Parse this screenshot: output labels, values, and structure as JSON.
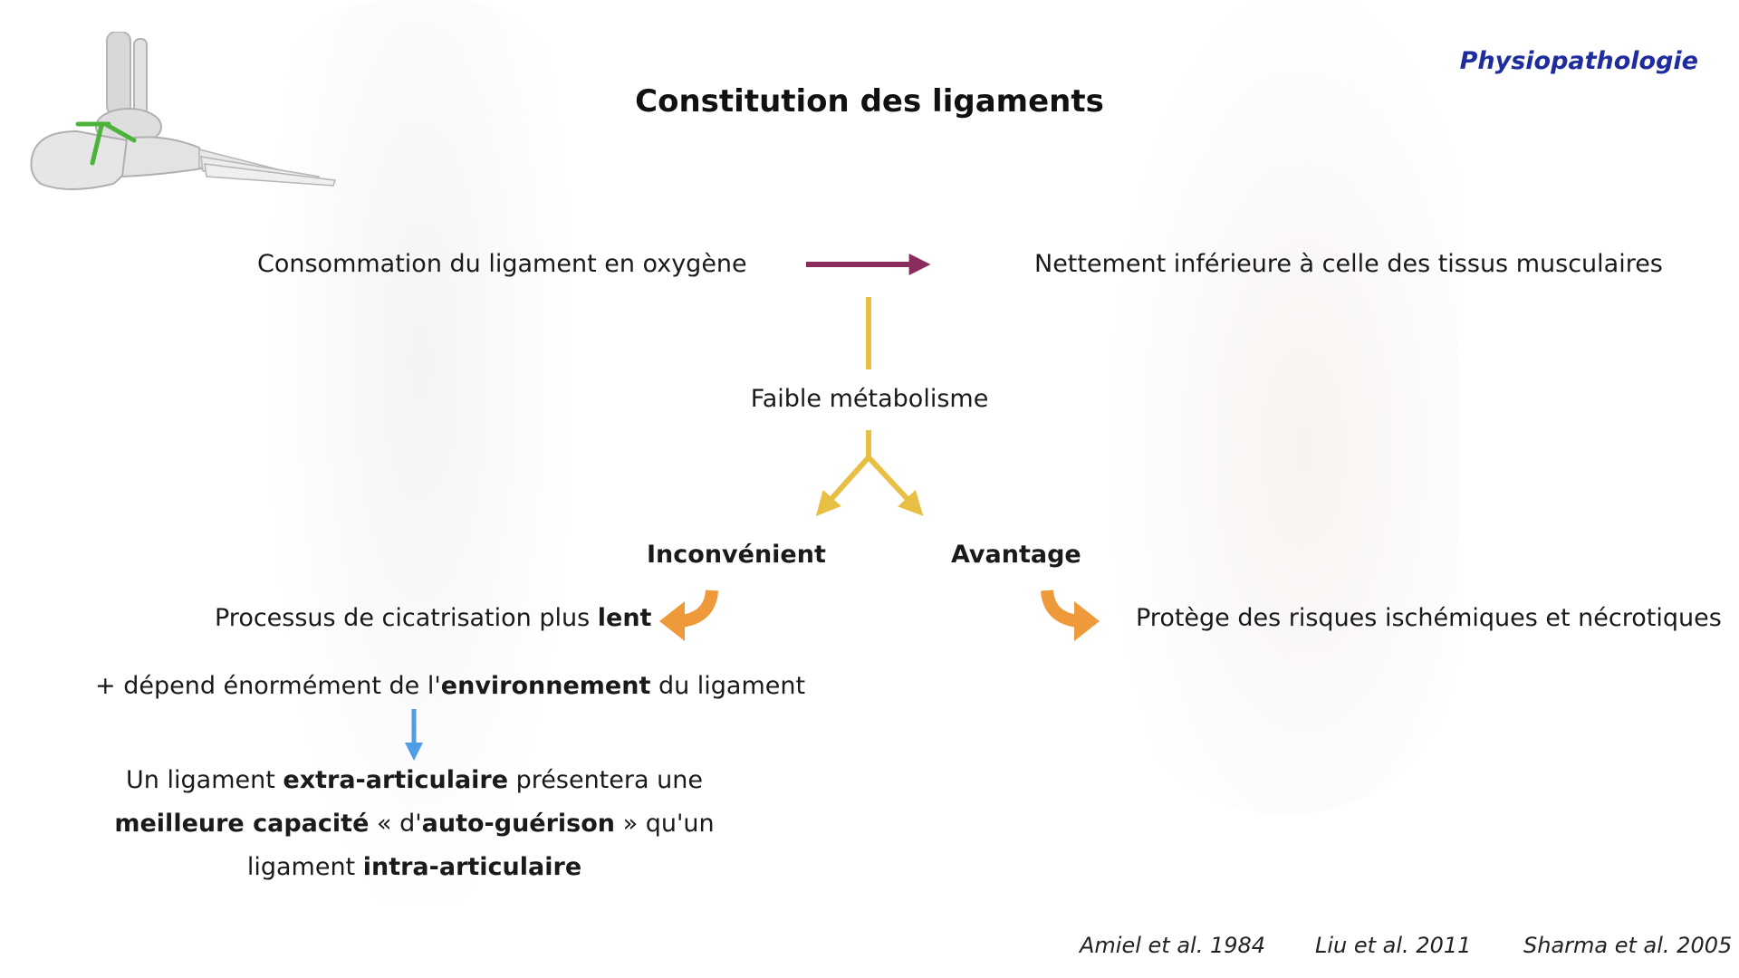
{
  "slide": {
    "section": "Physiopathologie",
    "title": "Constitution des ligaments"
  },
  "diagram": {
    "oxygen": "Consommation du ligament en oxygène",
    "inferior": "Nettement inférieure à celle des tissus musculaires",
    "metabolism": "Faible métabolisme",
    "drawback_label": "Inconvénient",
    "advantage_label": "Avantage",
    "healing": {
      "pre": "Processus de cicatrisation plus ",
      "bold": "lent"
    },
    "protection": "Protège des risques ischémiques et nécrotiques",
    "environment": {
      "pre": "+ dépend énormément de l'",
      "bold": "environnement",
      "post": " du ligament"
    },
    "conclusion": {
      "p1": "Un ligament ",
      "b1": "extra-articulaire",
      "p2": " présentera une ",
      "b2": "meilleure capacité",
      "p3": " « d'",
      "b3": "auto-guérison",
      "p4": " » qu'un ligament ",
      "b4": "intra-articulaire"
    }
  },
  "references": [
    "Amiel et al. 1984",
    "Liu et al. 2011",
    "Sharma et al. 2005"
  ],
  "colors": {
    "section": "#1f2c9e",
    "arrow_purple": "#8b2c5e",
    "arrow_yellow": "#e8bf45",
    "arrow_orange": "#ee9a3a",
    "arrow_blue": "#4f9de6",
    "ligament_green": "#4bb33a"
  },
  "icons": {
    "logo": "foot-skeleton-icon"
  }
}
